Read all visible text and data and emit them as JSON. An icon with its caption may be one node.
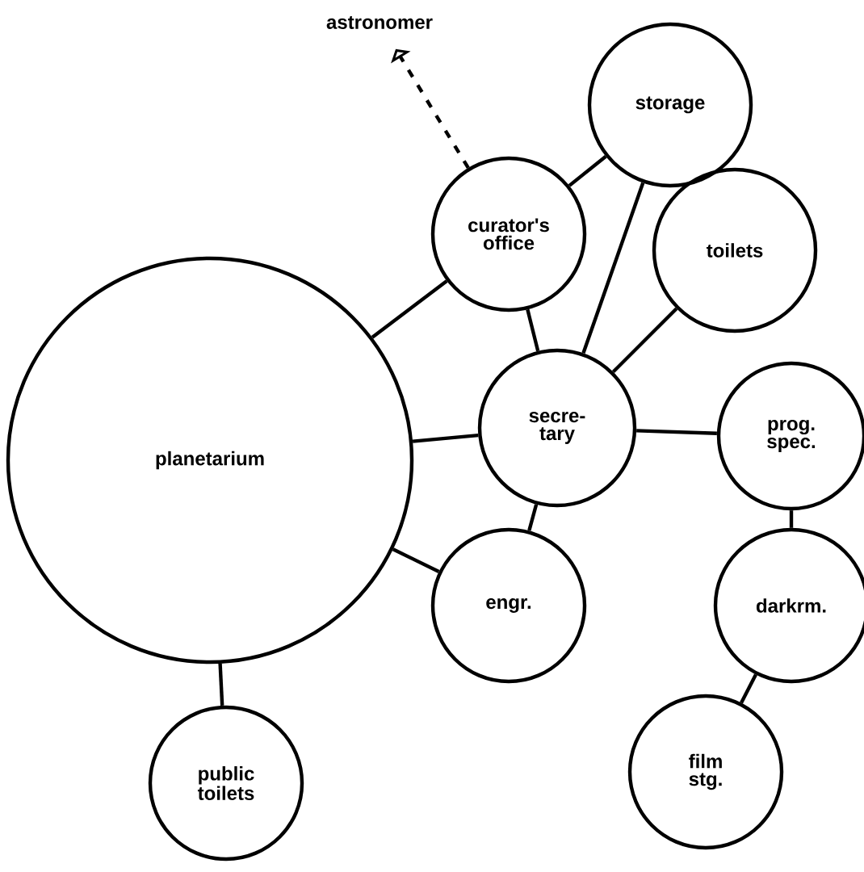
{
  "diagram": {
    "nodes": [
      {
        "text": [
          "astronomer"
        ]
      },
      {
        "text": [
          "storage"
        ]
      },
      {
        "text": [
          "curator's office"
        ]
      },
      {
        "text": [
          "toilets"
        ]
      },
      {
        "text": [
          "planetarium"
        ]
      },
      {
        "text": [
          "secre- tary"
        ]
      },
      {
        "text": [
          "prog. spec."
        ]
      },
      {
        "text": [
          "engr."
        ]
      },
      {
        "text": [
          "darkrm."
        ]
      },
      {
        "text": [
          "public toilets"
        ]
      },
      {
        "text": [
          "film stg."
        ]
      }
    ],
    "edges": [
      {
        "from": 2,
        "to": 0,
        "arrow": "to",
        "style": "dashed"
      },
      {
        "from": 2,
        "to": 1,
        "arrow": "none"
      },
      {
        "from": 1,
        "to": 5,
        "arrow": "none"
      },
      {
        "from": 4,
        "to": 2,
        "arrow": "none"
      },
      {
        "from": 2,
        "to": 5,
        "arrow": "none"
      },
      {
        "from": 3,
        "to": 5,
        "arrow": "none"
      },
      {
        "from": 4,
        "to": 5,
        "arrow": "none"
      },
      {
        "from": 5,
        "to": 6,
        "arrow": "none"
      },
      {
        "from": 4,
        "to": 7,
        "arrow": "none"
      },
      {
        "from": 5,
        "to": 7,
        "arrow": "none"
      },
      {
        "from": 6,
        "to": 8,
        "arrow": "none"
      },
      {
        "from": 8,
        "to": 10,
        "arrow": "none"
      },
      {
        "from": 4,
        "to": 9,
        "arrow": "none"
      }
    ]
  }
}
